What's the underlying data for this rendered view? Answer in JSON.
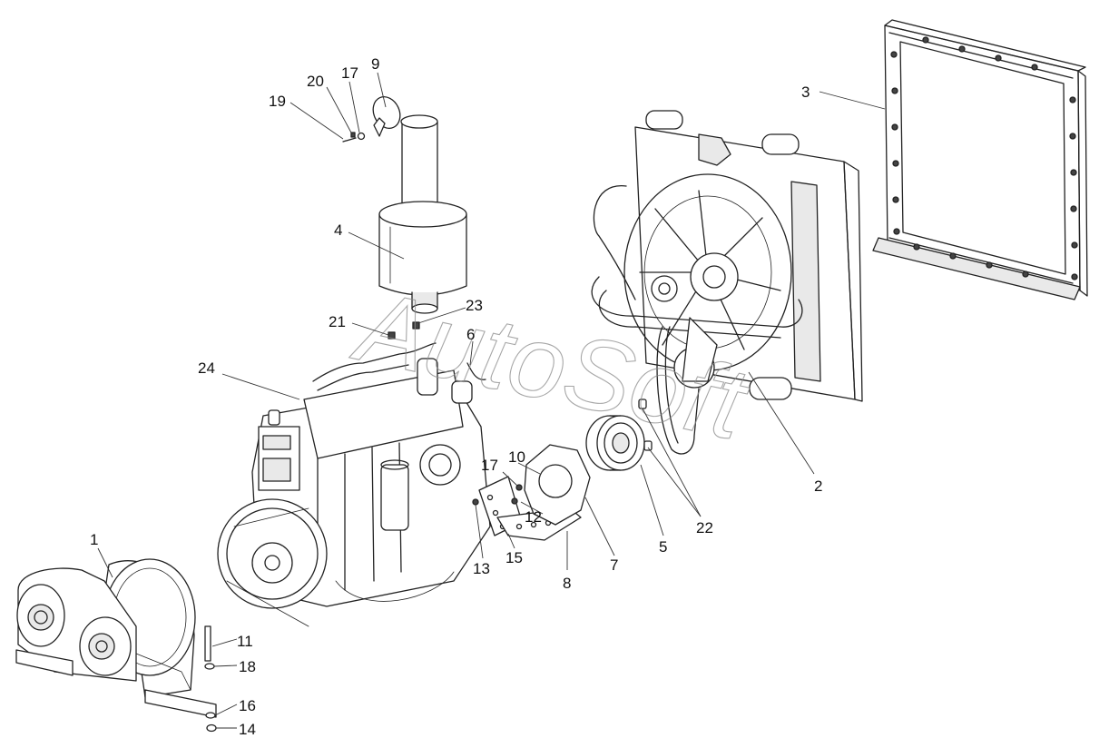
{
  "watermark": "AutoSoft",
  "callouts": [
    {
      "label": "1"
    },
    {
      "label": "2"
    },
    {
      "label": "3"
    },
    {
      "label": "4"
    },
    {
      "label": "5"
    },
    {
      "label": "6"
    },
    {
      "label": "7"
    },
    {
      "label": "8"
    },
    {
      "label": "9"
    },
    {
      "label": "10"
    },
    {
      "label": "11"
    },
    {
      "label": "12"
    },
    {
      "label": "13"
    },
    {
      "label": "14"
    },
    {
      "label": "15"
    },
    {
      "label": "16"
    },
    {
      "label": "17"
    },
    {
      "label": "17"
    },
    {
      "label": "18"
    },
    {
      "label": "19"
    },
    {
      "label": "20"
    },
    {
      "label": "21"
    },
    {
      "label": "22"
    },
    {
      "label": "23"
    },
    {
      "label": "24"
    }
  ]
}
